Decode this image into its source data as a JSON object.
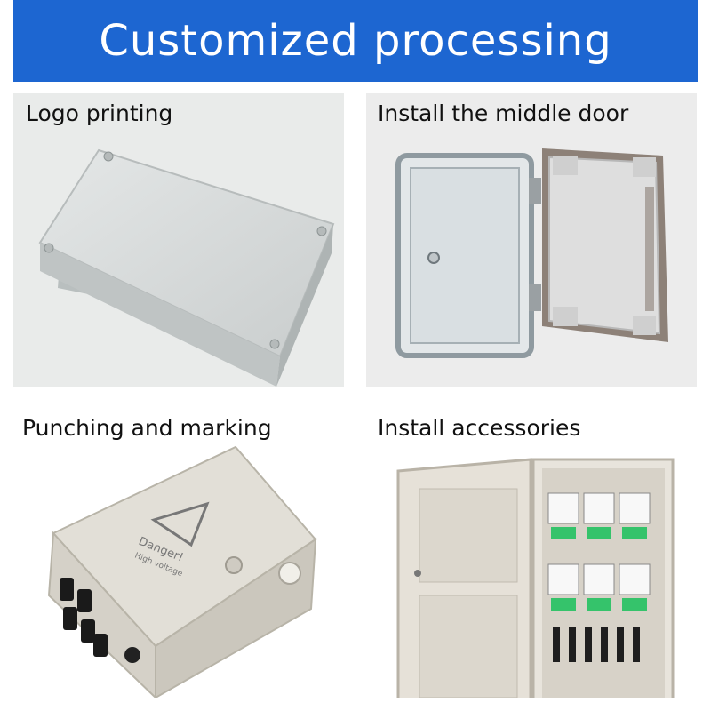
{
  "header": {
    "title": "Customized processing",
    "bg_color": "#1d66d1"
  },
  "panels": [
    {
      "label": "Logo printing"
    },
    {
      "label": "Install the middle door"
    },
    {
      "label": "Punching and marking"
    },
    {
      "label": "Install accessories"
    }
  ],
  "illustrations": {
    "warning_sign_text": "Danger!",
    "warning_sign_sub": "High voltage"
  }
}
